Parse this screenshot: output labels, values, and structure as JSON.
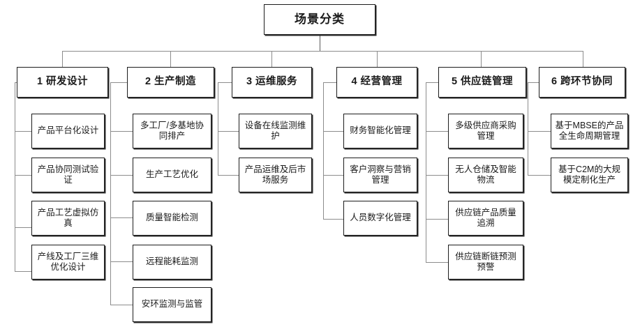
{
  "diagram": {
    "title": "场景分类",
    "type": "hierarchical-tree",
    "root": {
      "label": "场景分类"
    },
    "categories": [
      {
        "id": 1,
        "label": "1 研发设计",
        "items": [
          {
            "label": "产品平台化设计"
          },
          {
            "label": "产品协同测试验证"
          },
          {
            "label": "产品工艺虚拟仿真"
          },
          {
            "label": "产线及工厂三维优化设计"
          }
        ]
      },
      {
        "id": 2,
        "label": "2 生产制造",
        "items": [
          {
            "label": "多工厂/多基地协同排产"
          },
          {
            "label": "生产工艺优化"
          },
          {
            "label": "质量智能检测"
          },
          {
            "label": "远程能耗监测"
          },
          {
            "label": "安环监测与监管"
          }
        ]
      },
      {
        "id": 3,
        "label": "3 运维服务",
        "items": [
          {
            "label": "设备在线监测维护"
          },
          {
            "label": "产品运维及后市场服务"
          }
        ]
      },
      {
        "id": 4,
        "label": "4 经营管理",
        "items": [
          {
            "label": "财务智能化管理"
          },
          {
            "label": "客户洞察与营销管理"
          },
          {
            "label": "人员数字化管理"
          }
        ]
      },
      {
        "id": 5,
        "label": "5 供应链管理",
        "items": [
          {
            "label": "多级供应商采购管理"
          },
          {
            "label": "无人仓储及智能物流"
          },
          {
            "label": "供应链产品质量追溯"
          },
          {
            "label": "供应链断链预测预警"
          }
        ]
      },
      {
        "id": 6,
        "label": "6 跨环节协同",
        "items": [
          {
            "label": "基于MBSE的产品全生命周期管理"
          },
          {
            "label": "基于C2M的大规模定制化生产"
          }
        ]
      }
    ],
    "colors": {
      "background": "#ffffff",
      "box_border": "#1c1c1c",
      "box_fill": "#ffffff",
      "connector": "#8c8c8c",
      "text": "#1a1a1a"
    }
  }
}
